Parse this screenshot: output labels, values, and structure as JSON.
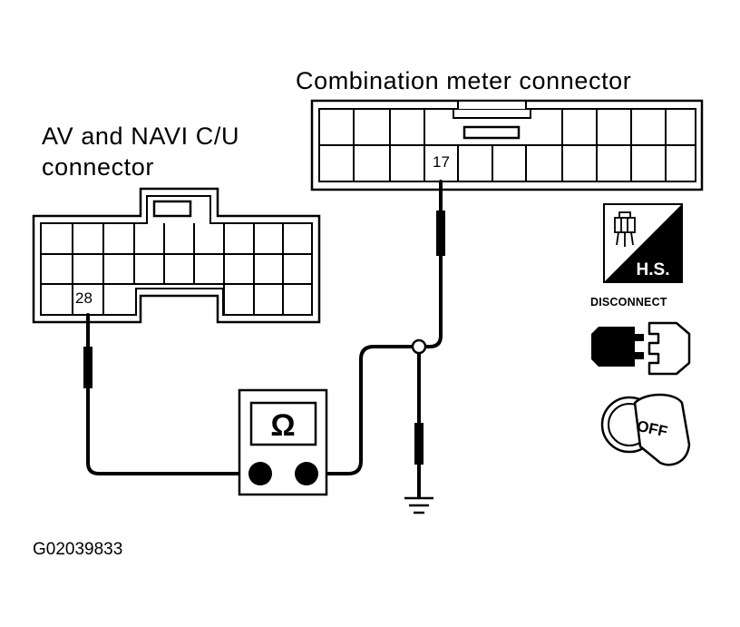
{
  "labels": {
    "combination_meter_connector": "Combination meter connector",
    "av_navi_line1": "AV and NAVI C/U",
    "av_navi_line2": "connector",
    "figure_code": "G02039833"
  },
  "pins": {
    "combination_meter_pin": "17",
    "av_navi_pin": "28"
  },
  "meter": {
    "symbol": "Ω"
  },
  "icons": {
    "harness_side_text": "H.S.",
    "disconnect_text": "DISCONNECT",
    "ignition_off_text": "OFF",
    "harness_icon": "harness-connector-icon",
    "disconnect_icon": "disconnect-plug-icon",
    "ignition_icon": "ignition-key-off-icon"
  },
  "colors": {
    "line": "#000000",
    "background": "#ffffff"
  }
}
